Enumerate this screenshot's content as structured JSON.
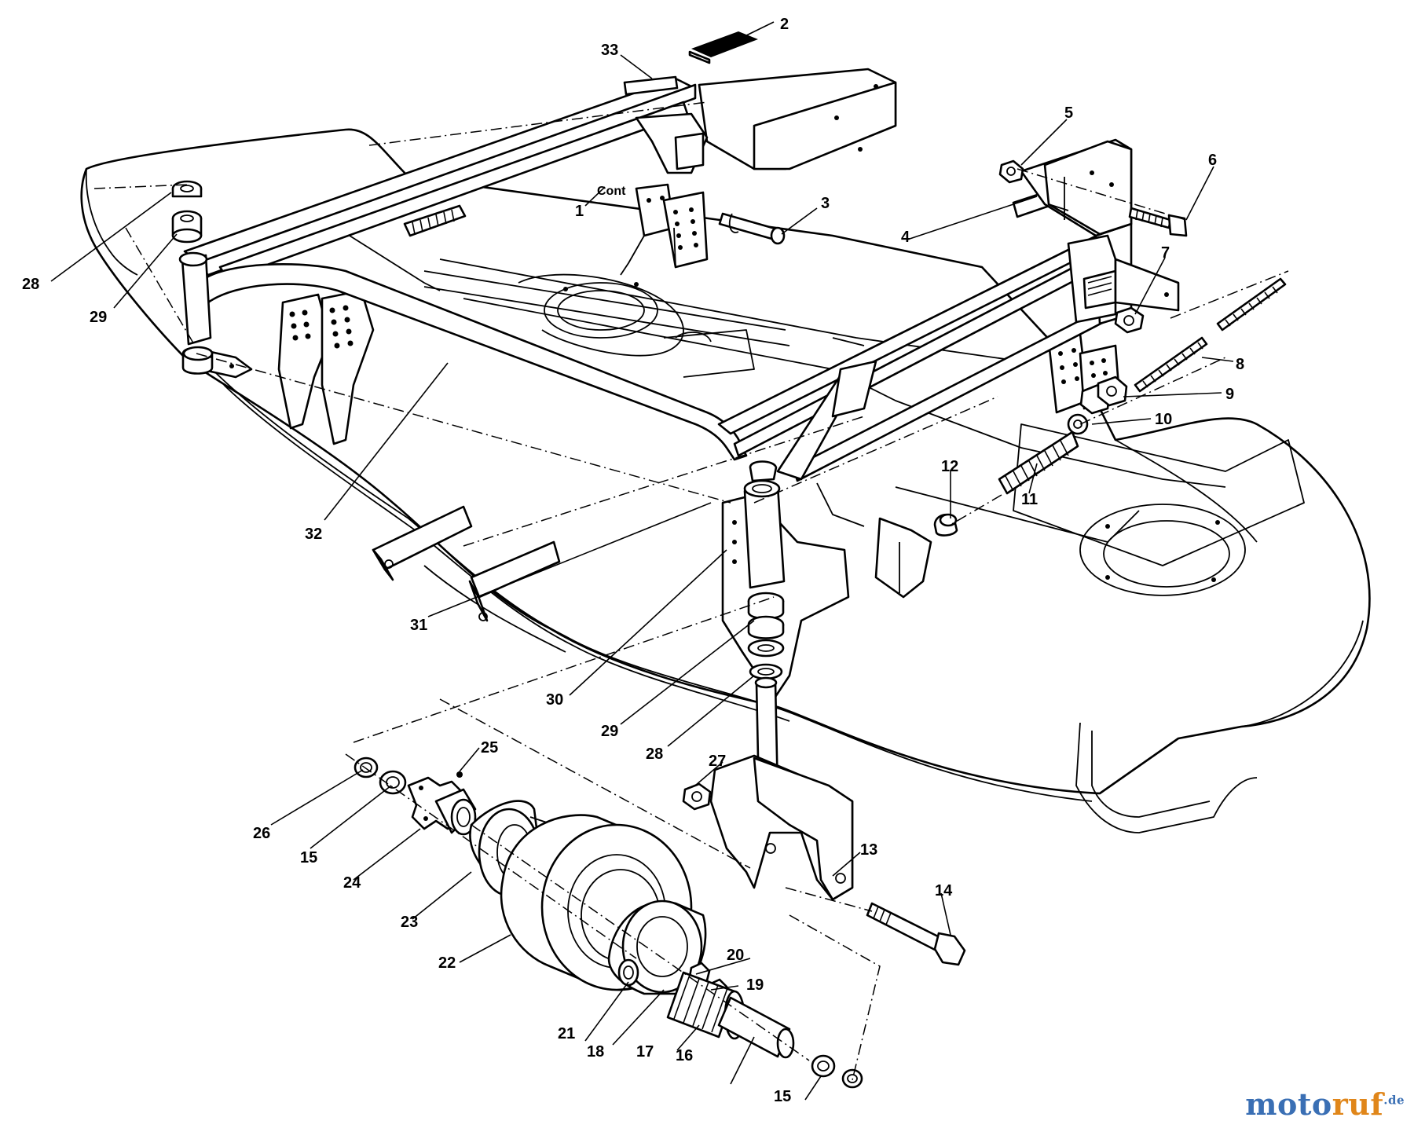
{
  "watermark": {
    "part1": "moto",
    "part2": "ruf",
    "part3": ".de"
  },
  "colors": {
    "ink": "#000000",
    "background": "#ffffff",
    "watermark_blue": "#3a6fb4",
    "watermark_orange": "#e0861a"
  },
  "callouts": [
    {
      "id": "p1",
      "text": "1"
    },
    {
      "id": "p2",
      "text": "2"
    },
    {
      "id": "p3",
      "text": "3"
    },
    {
      "id": "p4",
      "text": "4"
    },
    {
      "id": "p5",
      "text": "5"
    },
    {
      "id": "p6",
      "text": "6"
    },
    {
      "id": "p7",
      "text": "7"
    },
    {
      "id": "p8",
      "text": "8"
    },
    {
      "id": "p9",
      "text": "9"
    },
    {
      "id": "p10",
      "text": "10"
    },
    {
      "id": "p11",
      "text": "11"
    },
    {
      "id": "p12",
      "text": "12"
    },
    {
      "id": "p13",
      "text": "13"
    },
    {
      "id": "p14",
      "text": "14"
    },
    {
      "id": "p15a",
      "text": "15"
    },
    {
      "id": "p15b",
      "text": "15"
    },
    {
      "id": "p16",
      "text": "16"
    },
    {
      "id": "p17",
      "text": "17"
    },
    {
      "id": "p18",
      "text": "18"
    },
    {
      "id": "p19",
      "text": "19"
    },
    {
      "id": "p20",
      "text": "20"
    },
    {
      "id": "p21",
      "text": "21"
    },
    {
      "id": "p22",
      "text": "22"
    },
    {
      "id": "p23",
      "text": "23"
    },
    {
      "id": "p24",
      "text": "24"
    },
    {
      "id": "p25",
      "text": "25"
    },
    {
      "id": "p26",
      "text": "26"
    },
    {
      "id": "p27",
      "text": "27"
    },
    {
      "id": "p28a",
      "text": "28"
    },
    {
      "id": "p28b",
      "text": "28"
    },
    {
      "id": "p29a",
      "text": "29"
    },
    {
      "id": "p29b",
      "text": "29"
    },
    {
      "id": "p30",
      "text": "30"
    },
    {
      "id": "p31",
      "text": "31"
    },
    {
      "id": "p32",
      "text": "32"
    },
    {
      "id": "p33",
      "text": "33"
    }
  ],
  "note_text": "Cont"
}
